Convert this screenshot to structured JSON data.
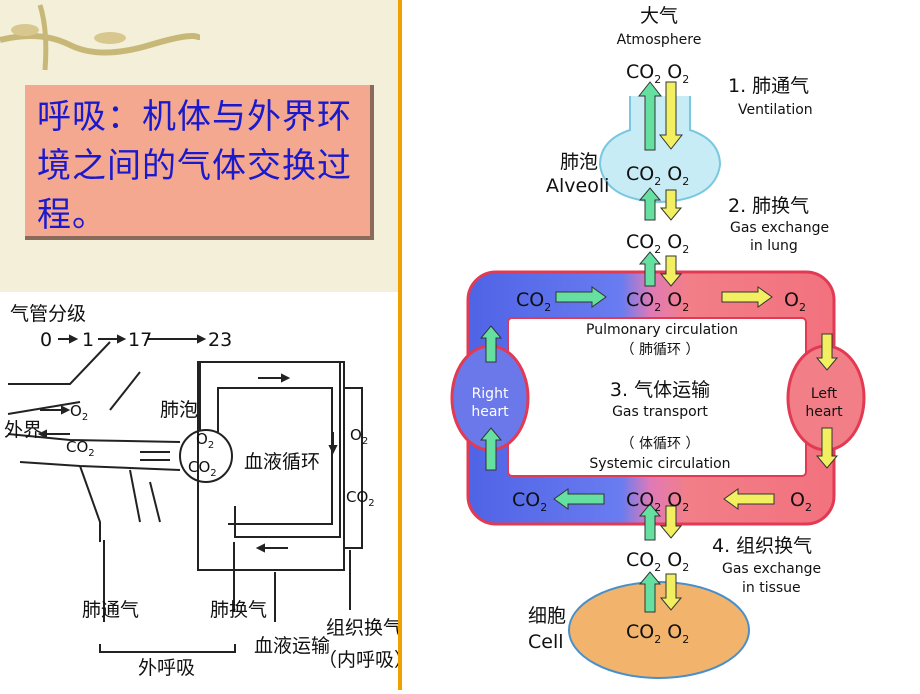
{
  "definition": {
    "text": "呼吸：机体与外界环境之间的气体交换过程。"
  },
  "left_sketch": {
    "branch_title": "气管分级",
    "gen_0": "0",
    "gen_1": "1",
    "gen_17": "17",
    "gen_23": "23",
    "alveolus_label": "肺泡",
    "outside_label": "外界",
    "o2": "O",
    "o2_sub": "2",
    "co2": "CO",
    "co2_sub": "2",
    "blood_label": "血液循环",
    "ventilation": "肺通气",
    "lung_exchange": "肺换气",
    "tissue_exchange": "组织换气",
    "blood_transport": "血液运输",
    "internal_resp": "（内呼吸）",
    "external_resp": "外呼吸"
  },
  "right_diagram": {
    "atmosphere_cn": "大气",
    "atmosphere_en": "Atmosphere",
    "step1_cn": "1. 肺通气",
    "step1_en": "Ventilation",
    "alveoli_cn": "肺泡",
    "alveoli_en": "Alveoli",
    "step2_cn": "2. 肺换气",
    "step2_en_1": "Gas exchange",
    "step2_en_2": "in lung",
    "pulmonary_en": "Pulmonary circulation",
    "pulmonary_cn": "（ 肺循环 ）",
    "step3_cn": "3. 气体运输",
    "step3_en": "Gas transport",
    "systemic_cn": "（ 体循环 ）",
    "systemic_en": "Systemic circulation",
    "right_heart_1": "Right",
    "right_heart_2": "heart",
    "left_heart_1": "Left",
    "left_heart_2": "heart",
    "step4_cn": "4. 组织换气",
    "step4_en_1": "Gas exchange",
    "step4_en_2": "in tissue",
    "cell_cn": "细胞",
    "cell_en": "Cell",
    "co": "CO",
    "o": "O",
    "sub2": "2",
    "colors": {
      "venous_blue": "#5a6ee8",
      "arterial_red": "#f07a86",
      "alveoli_fill": "#c8ecf6",
      "cell_fill": "#f2b46c",
      "o2_arrow": "#f2f060",
      "co2_arrow": "#66e0a0"
    }
  }
}
